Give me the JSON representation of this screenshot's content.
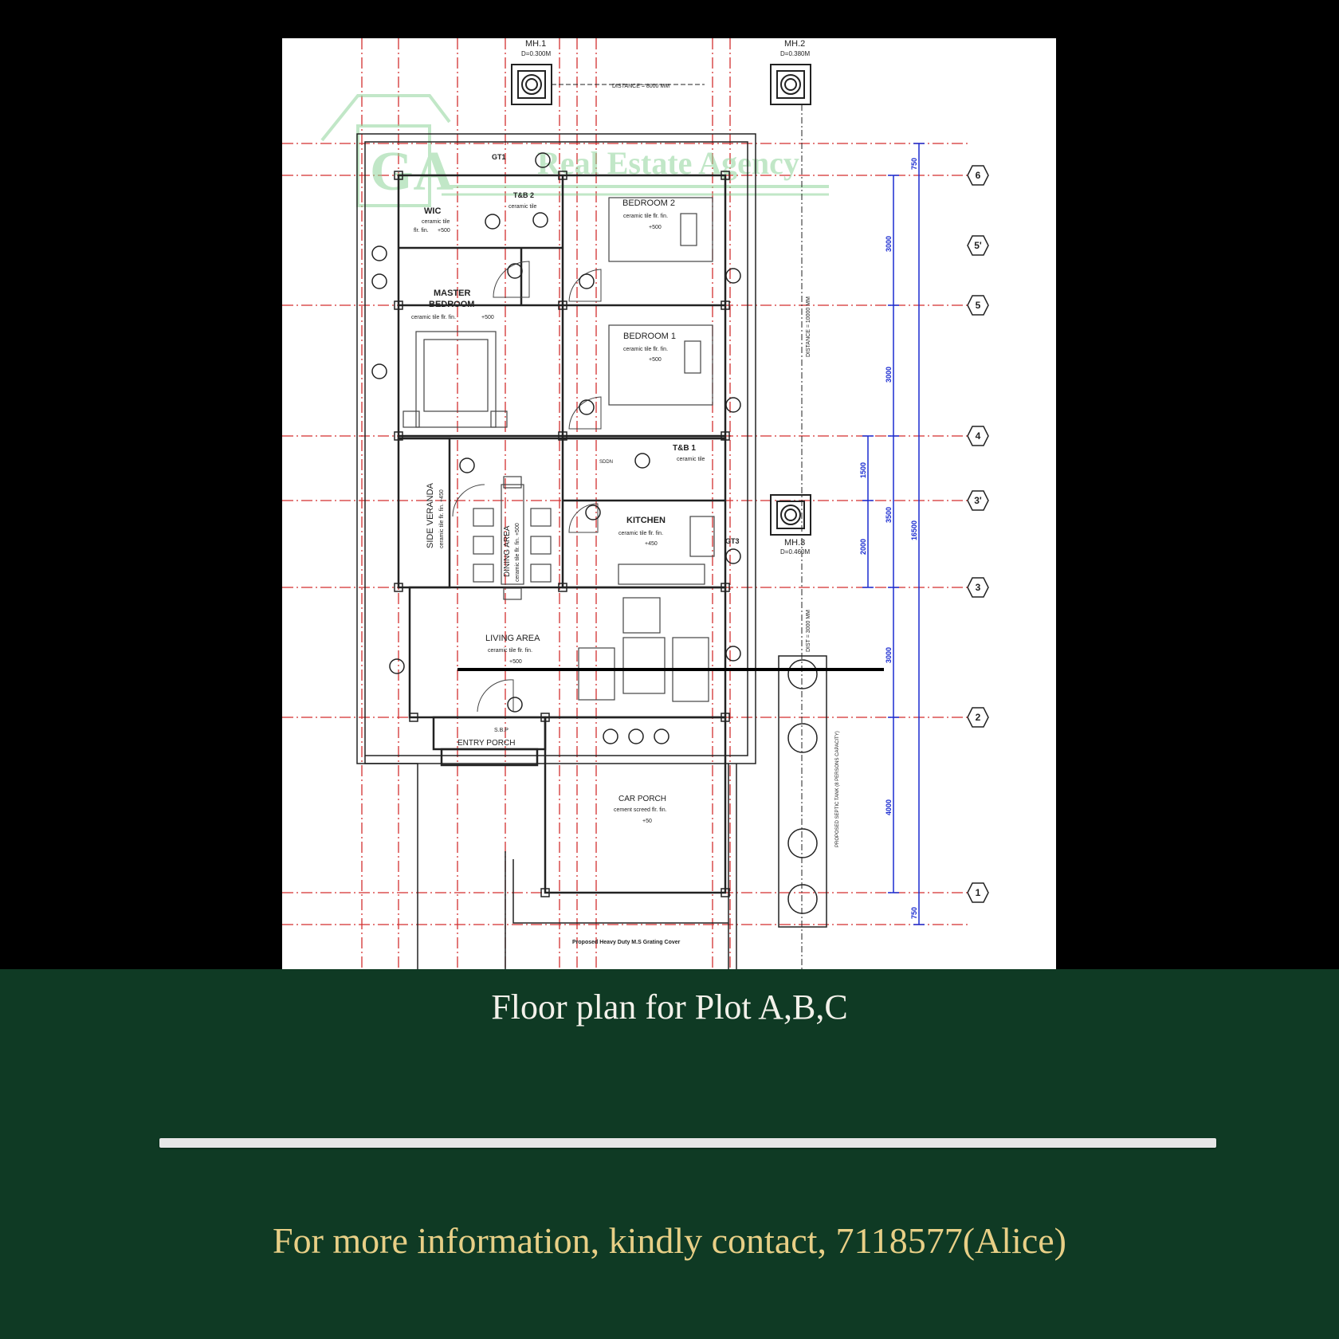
{
  "title": "Floor plan for Plot A,B,C",
  "contact": "For more information, kindly contact, 7118577(Alice)",
  "colors": {
    "background_top": "#000000",
    "background_bottom": "#0f3a24",
    "title_text": "#f3f1ea",
    "contact_text": "#e8cf86",
    "grid_lines": "#d32f2f",
    "dimension_lines": "#1a2bd0",
    "watermark": "#8fd49a"
  },
  "plan": {
    "watermark": "Real Estate Agency",
    "manholes": [
      {
        "label": "MH.1",
        "depth": "D=0.300M"
      },
      {
        "label": "MH.2",
        "depth": "D=0.380M"
      },
      {
        "label": "MH.3",
        "depth": "D=0.460M"
      }
    ],
    "distance_top": "DISTANCE = 8000 MM",
    "distance_right": "DISTANCE = 10000 MM",
    "dist_right_lower": "DIST = 3000 MM",
    "rooms": {
      "wic": {
        "name": "WIC",
        "finish": "ceramic tile",
        "finish2": "flr. fin.",
        "level": "+500"
      },
      "tb2": {
        "name": "T&B 2",
        "finish": "ceramic tile"
      },
      "bedroom2": {
        "name": "BEDROOM 2",
        "finish": "ceramic tile flr. fin.",
        "level": "+500"
      },
      "master": {
        "name": "MASTER",
        "name2": "BEDROOM",
        "finish": "ceramic tile flr. fin.",
        "level": "+500"
      },
      "bedroom1": {
        "name": "BEDROOM 1",
        "finish": "ceramic tile flr. fin.",
        "level": "+500"
      },
      "tb1": {
        "name": "T&B 1",
        "finish": "ceramic tile"
      },
      "kitchen": {
        "name": "KITCHEN",
        "finish": "ceramic tile flr. fin.",
        "level": "+450"
      },
      "side_veranda": {
        "name": "SIDE VERANDA",
        "finish": "ceramic tile flr. fin. +450"
      },
      "dining": {
        "name": "DINING AREA",
        "finish": "ceramic tile flr. fin. +500"
      },
      "living": {
        "name": "LIVING AREA",
        "finish": "ceramic tile flr. fin.",
        "level": "+500"
      },
      "entry": {
        "name": "ENTRY PORCH"
      },
      "car_porch": {
        "name": "CAR PORCH",
        "finish": "cement screed flr. fin.",
        "level": "+50"
      }
    },
    "other_labels": {
      "gt1": "GT1",
      "gt3": "GT3",
      "step": "S.B.P",
      "sdn": "SDDN",
      "grating": "Proposed Heavy Duty M.S Grating Cover",
      "septic": "PROPOSED SEPTIC TANK (8 PERSONS CAPACITY)"
    },
    "grid_labels": [
      "6",
      "5'",
      "5",
      "4",
      "3'",
      "3",
      "2",
      "1"
    ],
    "dimensions": {
      "outer_top": "750",
      "d_6_5": "3000",
      "d_5_4": "3000",
      "d_4_3p": "1500",
      "d_3p_3": "2000",
      "d_4_3": "3500",
      "d_3_2": "3000",
      "d_2_1": "4000",
      "outer_bottom": "750",
      "total": "16500"
    }
  }
}
